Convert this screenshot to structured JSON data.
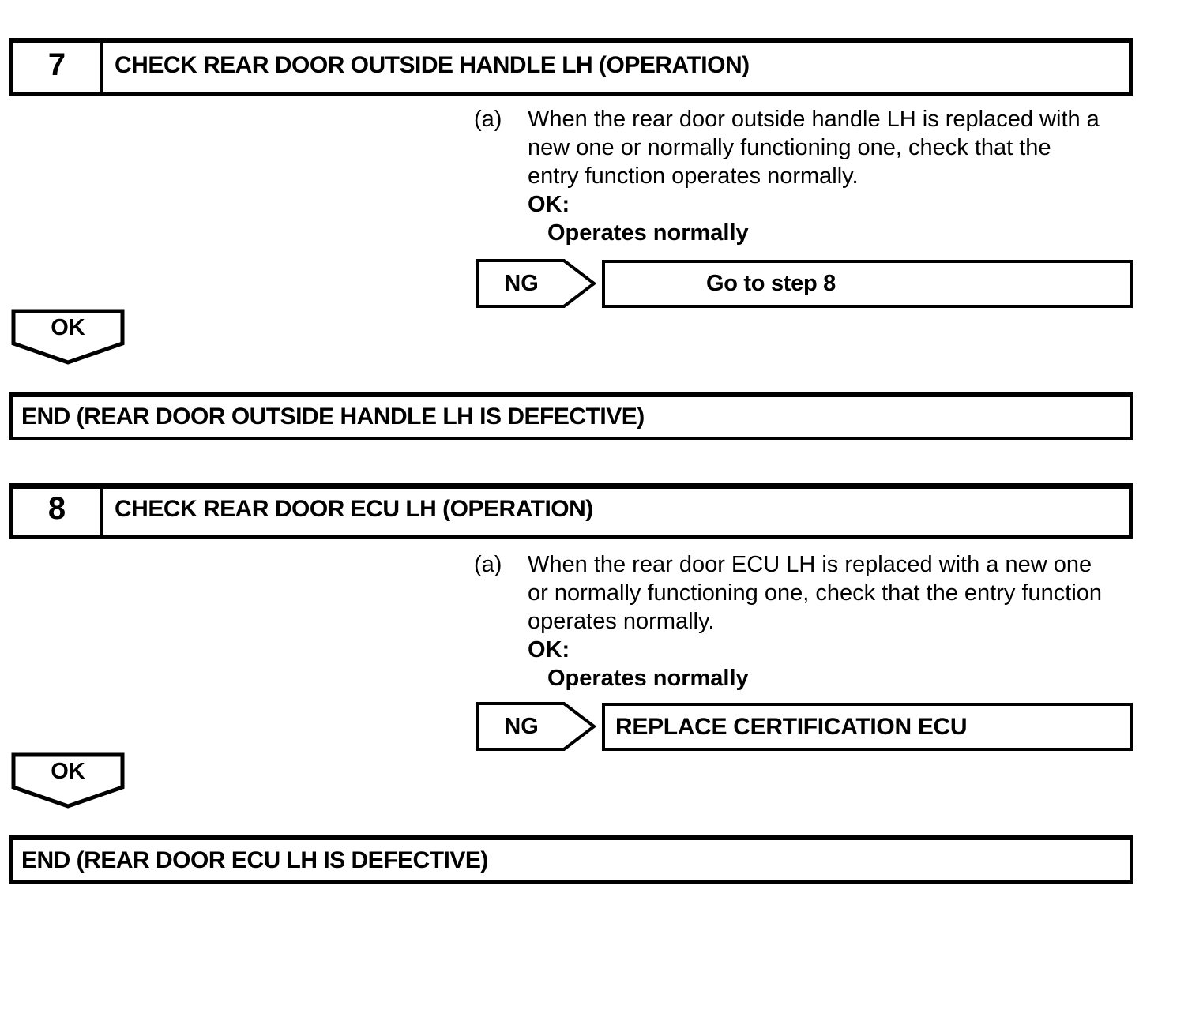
{
  "page": {
    "background_color": "#ffffff",
    "line_color": "#000000"
  },
  "steps": [
    {
      "number": "7",
      "title": "CHECK REAR DOOR OUTSIDE HANDLE LH (OPERATION)",
      "instruction": {
        "marker": "(a)",
        "lines": [
          "When the rear door outside handle LH is replaced with a",
          "new one or normally functioning one, check that the",
          "entry function operates normally."
        ],
        "criterion_label": "OK:",
        "criterion_value": "Operates normally"
      },
      "ng": {
        "label": "NG",
        "action": "Go to step 8"
      },
      "ok": {
        "label": "OK"
      },
      "end": {
        "text": "END (REAR DOOR OUTSIDE HANDLE LH IS DEFECTIVE)"
      }
    },
    {
      "number": "8",
      "title": "CHECK REAR DOOR ECU LH (OPERATION)",
      "instruction": {
        "marker": "(a)",
        "lines": [
          "When the rear door ECU LH is replaced with a new one",
          "or normally functioning one, check that the entry function",
          "operates normally."
        ],
        "criterion_label": "OK:",
        "criterion_value": "Operates normally"
      },
      "ng": {
        "label": "NG",
        "action": "REPLACE CERTIFICATION ECU"
      },
      "ok": {
        "label": "OK"
      },
      "end": {
        "text": "END (REAR DOOR ECU LH IS DEFECTIVE)"
      }
    }
  ]
}
